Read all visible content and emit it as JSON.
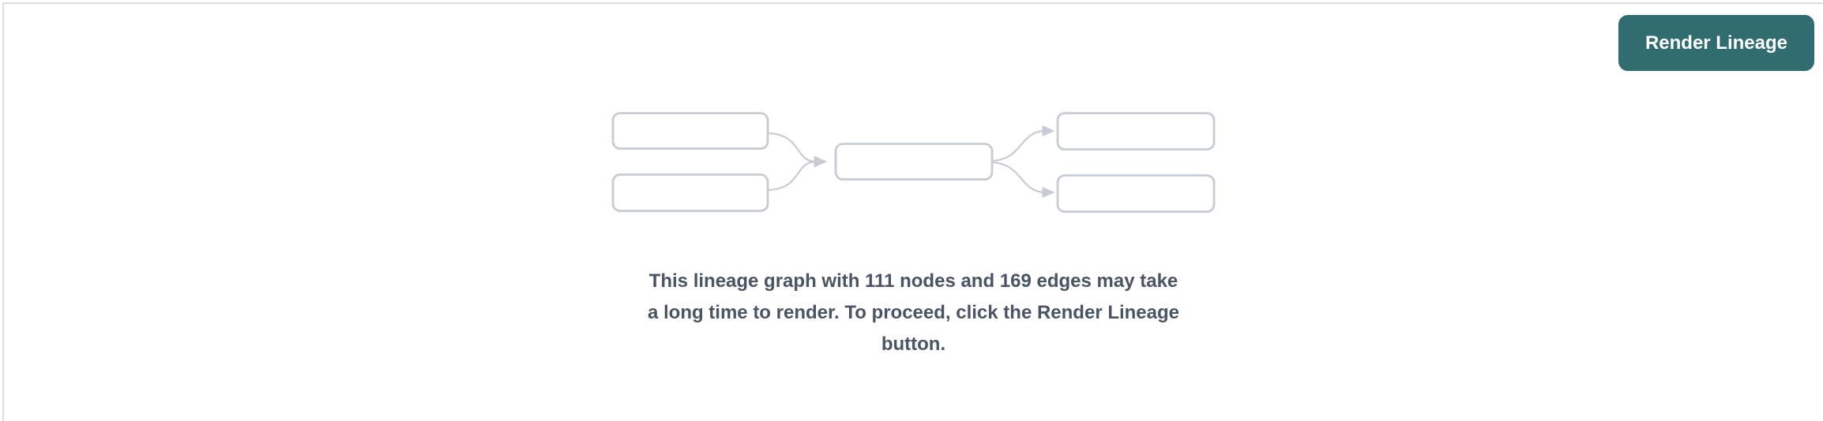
{
  "toolbar": {
    "render_button_label": "Render Lineage"
  },
  "placeholder": {
    "message": "This lineage graph with 111 nodes and 169 edges may take a long time to render. To proceed, click the Render Lineage button.",
    "message_lines": [
      "This lineage graph with 111 nodes and 169 edges may take",
      "a long time to render. To proceed, click the Render Lineage",
      "button."
    ],
    "node_count": 111,
    "edge_count": 169,
    "illustration": "lineage-graph-illustration"
  },
  "colors": {
    "accent_teal": "#316c70",
    "button_text": "#ffffff",
    "message_text": "#4a5464",
    "illustration_stroke": "#c7ccd4",
    "panel_border": "#dcdce0",
    "background": "#ffffff"
  }
}
